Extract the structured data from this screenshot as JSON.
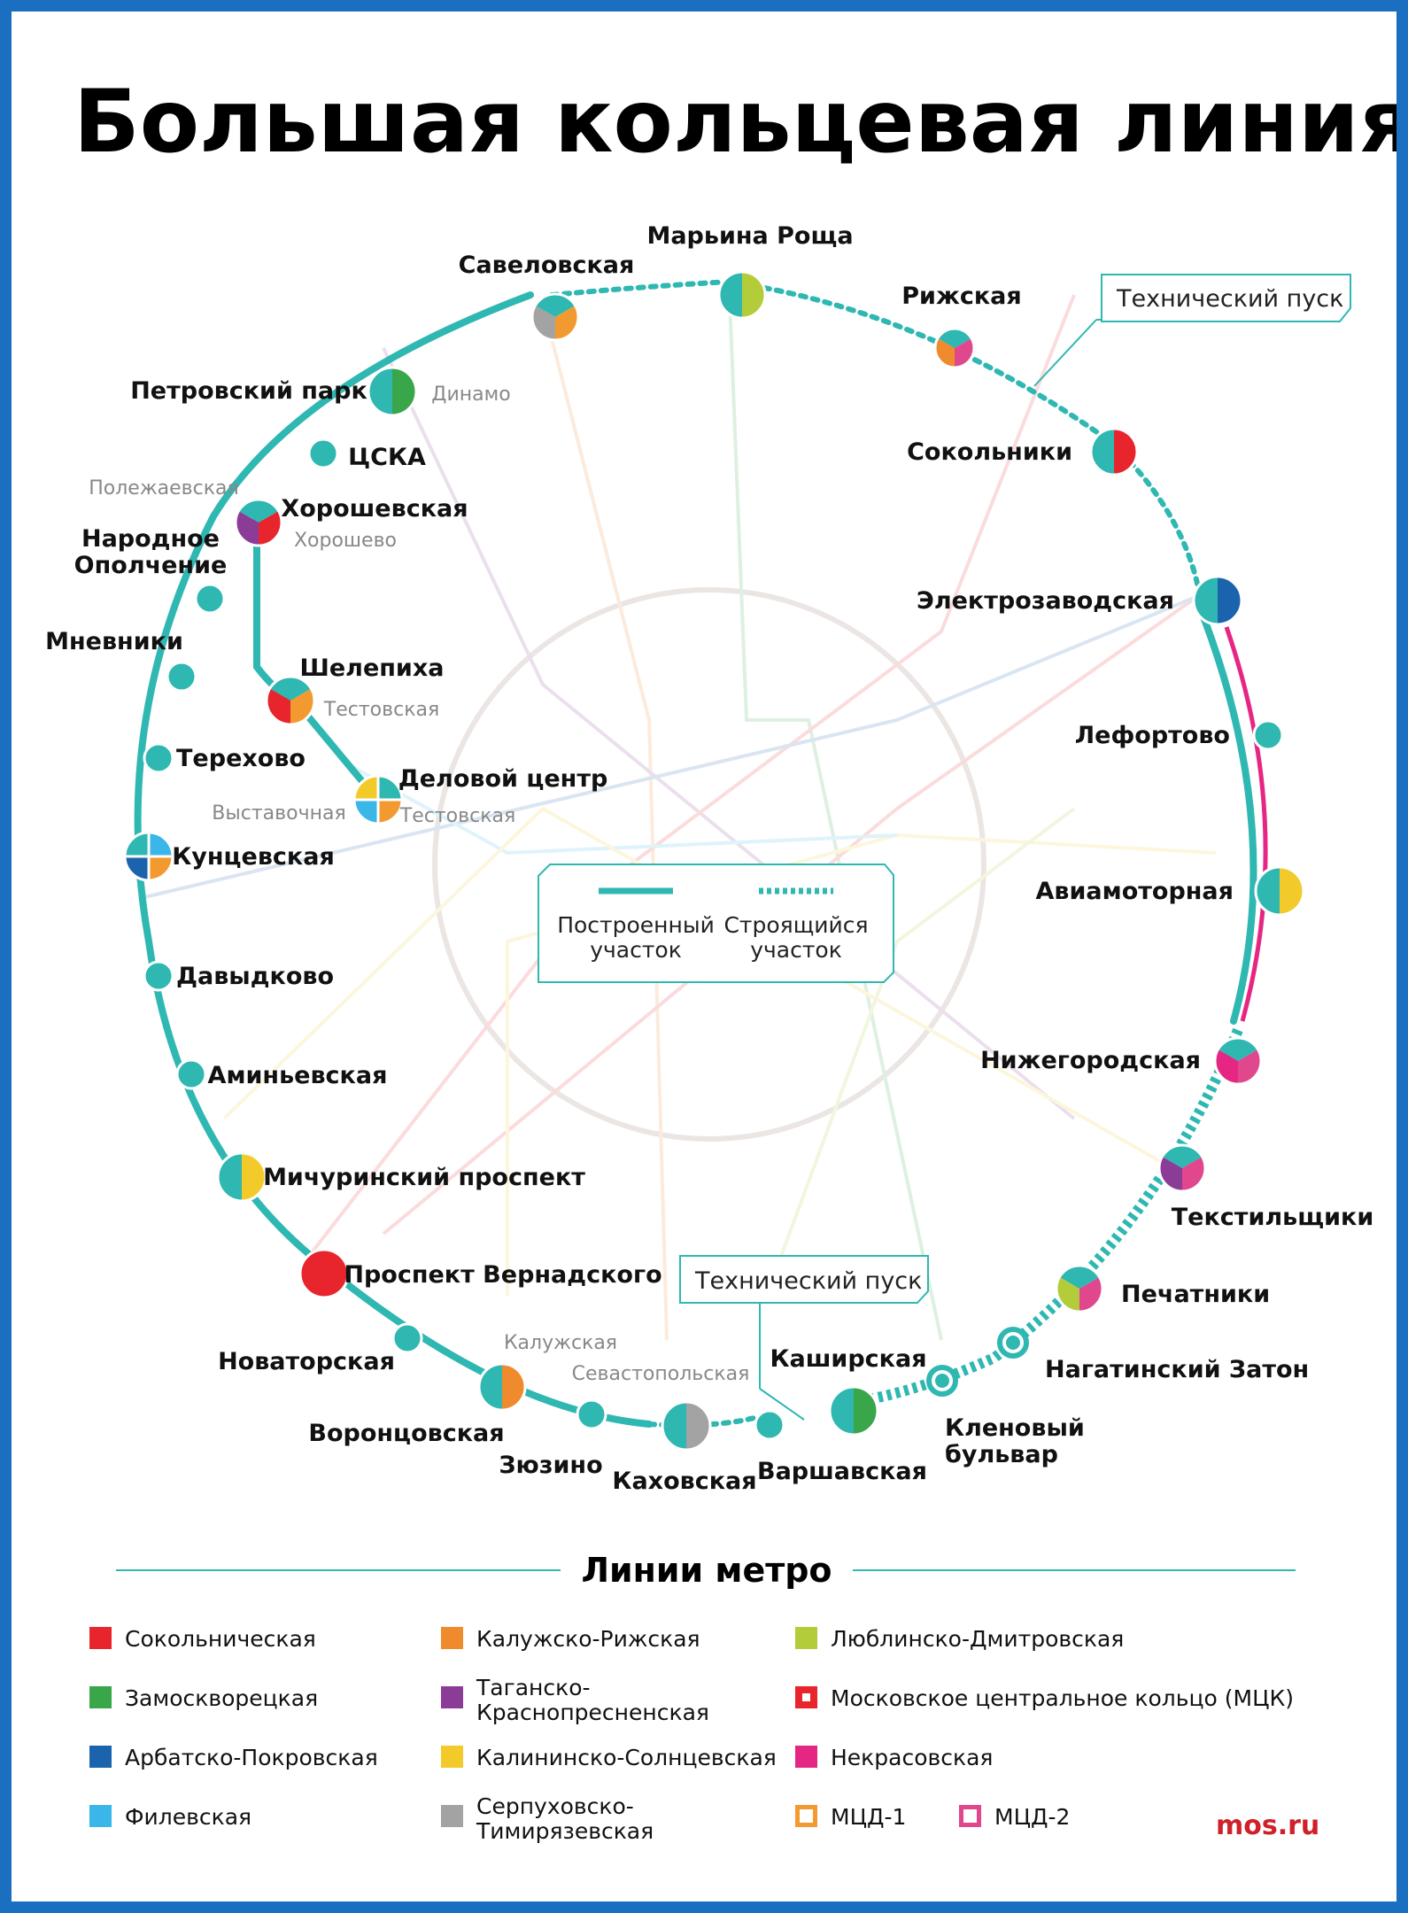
{
  "title": "Большая кольцевая линия",
  "colors": {
    "frame": "#1a6fc0",
    "bkl": "#2fb7b2",
    "sokol": "#e8242c",
    "zamos": "#3aa64a",
    "arbat": "#1b64ad",
    "fili": "#3bb6e8",
    "kaluzh": "#ef8a2d",
    "tagan": "#8a3c97",
    "kalinin": "#f2cb2a",
    "serp": "#a3a3a3",
    "lublin": "#b3cc3a",
    "mck": "#e8242c",
    "nekras": "#e62683",
    "mcd1": "#f29a30",
    "mcd2": "#e0478d"
  },
  "tech_start_top": "Технический пуск",
  "tech_start_bottom": "Технический пуск",
  "key": {
    "built": "Построенный участок",
    "built_line1": "Построенный",
    "built_line2": "участок",
    "building_line1": "Строящийся",
    "building_line2": "участок"
  },
  "stations": [
    {
      "name": "Марьина Роща",
      "sub": ""
    },
    {
      "name": "Рижская",
      "sub": ""
    },
    {
      "name": "Сокольники",
      "sub": ""
    },
    {
      "name": "Электрозаводская",
      "sub": ""
    },
    {
      "name": "Лефортово",
      "sub": ""
    },
    {
      "name": "Авиамоторная",
      "sub": ""
    },
    {
      "name": "Нижегородская",
      "sub": ""
    },
    {
      "name": "Текстильщики",
      "sub": ""
    },
    {
      "name": "Печатники",
      "sub": ""
    },
    {
      "name": "Нагатинский Затон",
      "sub": ""
    },
    {
      "name": "Кленовый",
      "name2": "бульвар",
      "sub": ""
    },
    {
      "name": "Каширская",
      "sub": ""
    },
    {
      "name": "Варшавская",
      "sub": ""
    },
    {
      "name": "Каховская",
      "sub": "Севастопольская"
    },
    {
      "name": "Зюзино",
      "sub": ""
    },
    {
      "name": "Воронцовская",
      "sub": "Калужская"
    },
    {
      "name": "Новаторская",
      "sub": ""
    },
    {
      "name": "Проспект Вернадского",
      "sub": ""
    },
    {
      "name": "Мичуринский проспект",
      "sub": ""
    },
    {
      "name": "Аминьевская",
      "sub": ""
    },
    {
      "name": "Давыдково",
      "sub": ""
    },
    {
      "name": "Кунцевская",
      "sub": "Выставочная"
    },
    {
      "name": "Терехово",
      "sub": ""
    },
    {
      "name": "Мневники",
      "sub": ""
    },
    {
      "name": "Народное",
      "name2": "Ополчение",
      "sub": ""
    },
    {
      "name": "Хорошевская",
      "sub": "Хорошево",
      "sub2": "Полежаевская"
    },
    {
      "name": "ЦСКА",
      "sub": ""
    },
    {
      "name": "Петровский парк",
      "sub": "Динамо"
    },
    {
      "name": "Савеловская",
      "sub": ""
    },
    {
      "name": "Шелепиха",
      "sub": "Тестовская"
    },
    {
      "name": "Деловой центр",
      "sub": "Тестовская"
    }
  ],
  "legend": {
    "title": "Линии метро",
    "items": [
      {
        "label": "Сокольническая",
        "color": "#e8242c",
        "kind": "solid"
      },
      {
        "label": "Замоскворецкая",
        "color": "#3aa64a",
        "kind": "solid"
      },
      {
        "label": "Арбатско-Покровская",
        "color": "#1b64ad",
        "kind": "solid"
      },
      {
        "label": "Филевская",
        "color": "#3bb6e8",
        "kind": "solid"
      },
      {
        "label": "Калужско-Рижская",
        "color": "#ef8a2d",
        "kind": "solid"
      },
      {
        "label": "Таганско-",
        "label2": "Краснопресненская",
        "color": "#8a3c97",
        "kind": "solid"
      },
      {
        "label": "Калининско-Солнцевская",
        "color": "#f2cb2a",
        "kind": "solid"
      },
      {
        "label": "Серпуховско-",
        "label2": "Тимирязевская",
        "color": "#a3a3a3",
        "kind": "solid"
      },
      {
        "label": "Люблинско-Дмитровская",
        "color": "#b3cc3a",
        "kind": "solid"
      },
      {
        "label": "Московское центральное кольцо (МЦК)",
        "color": "#e8242c",
        "kind": "mck"
      },
      {
        "label": "Некрасовская",
        "color": "#e62683",
        "kind": "solid"
      },
      {
        "label": "МЦД-1",
        "color": "#f29a30",
        "kind": "outline"
      },
      {
        "label": "МЦД-2",
        "color": "#e0478d",
        "kind": "outline"
      }
    ]
  },
  "brand": "mos.ru"
}
